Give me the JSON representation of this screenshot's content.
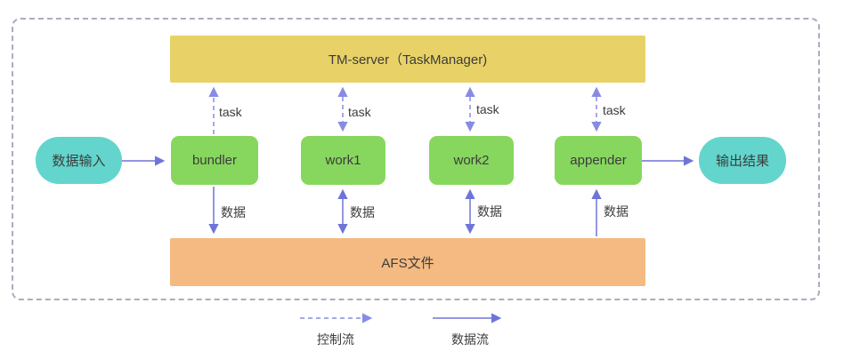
{
  "diagram": {
    "title_node": "TM-server（TaskManager)",
    "nodes": {
      "input": "数据输入",
      "bundler": "bundler",
      "work1": "work1",
      "work2": "work2",
      "appender": "appender",
      "output": "输出结果",
      "afs": "AFS文件"
    },
    "edge_labels": {
      "task": [
        "task",
        "task",
        "task",
        "task"
      ],
      "data": [
        "数据",
        "数据",
        "数据",
        "数据"
      ]
    },
    "legend": {
      "control_flow": "控制流",
      "data_flow": "数据流"
    },
    "colors": {
      "tm_server_bar": "#e8d268",
      "worker_node": "#87d75f",
      "io_capsule": "#63d5cd",
      "afs_bar": "#f4ba82",
      "solid_arrow": "#6f74d8",
      "dashed_arrow": "#878ce3",
      "boundary_dash": "#a9aebc",
      "text": "#3c3c3c"
    }
  }
}
